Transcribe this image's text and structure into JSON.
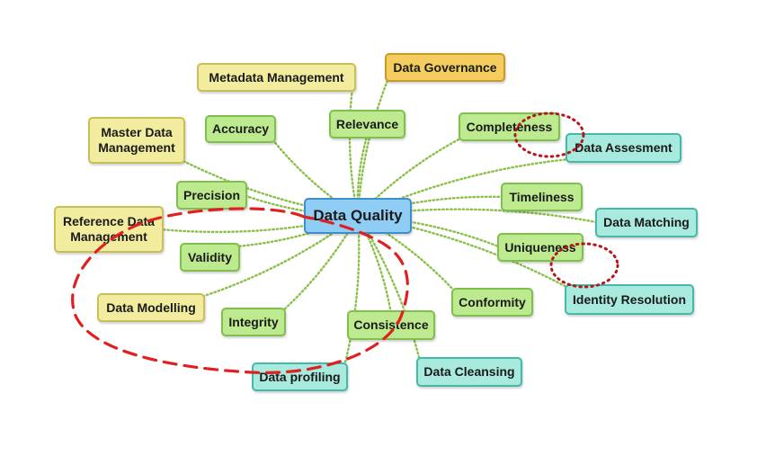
{
  "center": {
    "label": "Data Quality"
  },
  "nodes": {
    "metadata_management": "Metadata Management",
    "data_governance": "Data Governance",
    "master_data_management": "Master Data Management",
    "accuracy": "Accuracy",
    "relevance": "Relevance",
    "completeness": "Completeness",
    "data_assesment": "Data Assesment",
    "precision": "Precision",
    "timeliness": "Timeliness",
    "reference_data_management": "Reference Data Management",
    "data_matching": "Data Matching",
    "validity": "Validity",
    "uniqueness": "Uniqueness",
    "identity_resolution": "Identity Resolution",
    "conformity": "Conformity",
    "data_modelling": "Data Modelling",
    "integrity": "Integrity",
    "consistence": "Consistence",
    "data_profiling": "Data profiling",
    "data_cleansing": "Data Cleansing"
  },
  "colors": {
    "yellow_fill": "#f1ec9e",
    "orange_fill": "#f4cd5e",
    "green_fill": "#bde98f",
    "teal_fill": "#a9eadf",
    "center_fill": "#8fcdf4",
    "connector": "#8bbf4a",
    "red_annotation": "#e02020",
    "dotted_annotation": "#b5161b"
  }
}
